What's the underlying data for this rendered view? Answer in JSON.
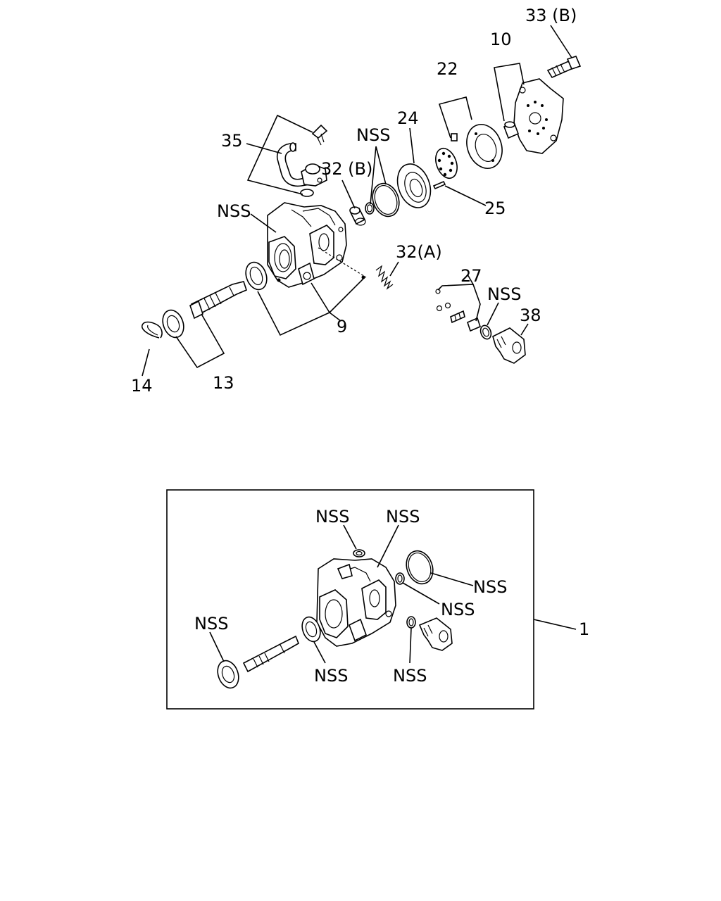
{
  "labels": {
    "p33b": "33 (B)",
    "p10": "10",
    "p22": "22",
    "p24": "24",
    "nss_top": "NSS",
    "p35": "35",
    "p32b": "32 (B)",
    "p25": "25",
    "nss_body": "NSS",
    "p32a": "32(A)",
    "p27": "27",
    "nss_38": "NSS",
    "p38": "38",
    "p9": "9",
    "p14": "14",
    "p13": "13"
  },
  "kit": {
    "nss_1": "NSS",
    "nss_2": "NSS",
    "nss_3": "NSS",
    "nss_4": "NSS",
    "nss_5": "NSS",
    "nss_6": "NSS",
    "nss_7": "NSS",
    "kit_number": "1"
  }
}
